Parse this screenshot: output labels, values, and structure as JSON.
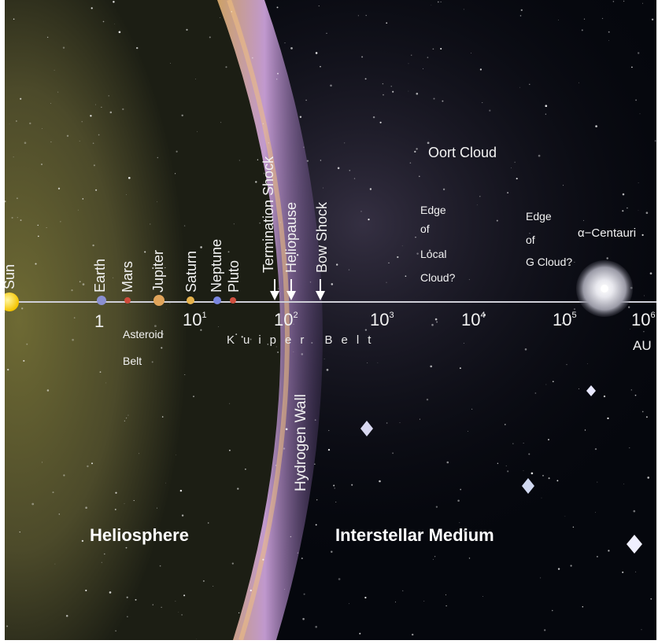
{
  "diagram": {
    "axis": {
      "unit": "AU",
      "ticks": [
        {
          "base": "1",
          "exp": ""
        },
        {
          "base": "10",
          "exp": "1"
        },
        {
          "base": "10",
          "exp": "2"
        },
        {
          "base": "10",
          "exp": "3"
        },
        {
          "base": "10",
          "exp": "4"
        },
        {
          "base": "10",
          "exp": "5"
        },
        {
          "base": "10",
          "exp": "6"
        }
      ]
    },
    "bodies": [
      {
        "label": "Sun",
        "color": "#ffd21a"
      },
      {
        "label": "Earth",
        "color": "#8a8fd0"
      },
      {
        "label": "Mars",
        "color": "#d04a3a"
      },
      {
        "label": "Jupiter",
        "color": "#e0a45a"
      },
      {
        "label": "Saturn",
        "color": "#e6b24c"
      },
      {
        "label": "Neptune",
        "color": "#7a86e0"
      },
      {
        "label": "Pluto",
        "color": "#d05040"
      }
    ],
    "boundaries": [
      {
        "label": "Termination Shock"
      },
      {
        "label": "Heliopause"
      },
      {
        "label": "Bow Shock"
      }
    ],
    "belts": {
      "asteroid_line1": "Asteroid",
      "asteroid_line2": "Belt",
      "kuiper": "Kuiper Belt"
    },
    "hydrogen_wall": "Hydrogen Wall",
    "oort_cloud": "Oort Cloud",
    "local_cloud": {
      "line1": "Edge",
      "line2": "of",
      "line3": "Local",
      "line4": "Cloud?"
    },
    "g_cloud": {
      "line1": "Edge",
      "line2": "of",
      "line3": "G Cloud?"
    },
    "alpha_centauri": "α−Centauri",
    "regions": {
      "heliosphere": "Heliosphere",
      "interstellar": "Interstellar Medium"
    },
    "colors": {
      "heliosphere": "#5a5a2a",
      "hydrogen_wall_outer": "#c9a9e8",
      "hydrogen_wall_inner": "#e8b878",
      "space": "#05070d",
      "axis_line": "#cfcfd8"
    }
  }
}
